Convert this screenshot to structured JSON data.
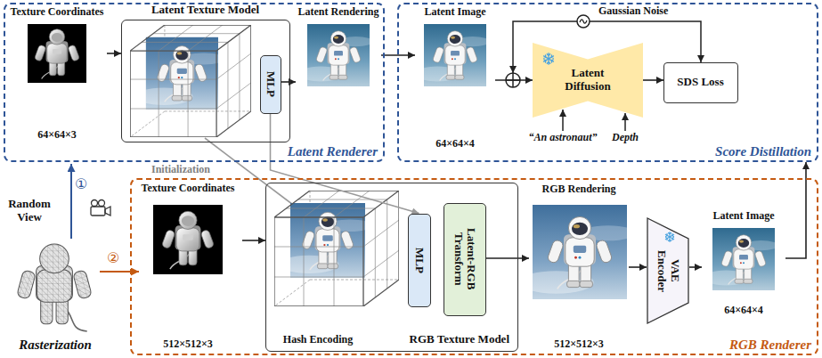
{
  "diagram": {
    "nodes": [
      {
        "text": [
          "Latent Renderer"
        ]
      },
      {
        "text": [
          "Texture Coordinates",
          "64×64×3"
        ],
        "in": 0
      },
      {
        "text": [
          "Latent Texture Model"
        ],
        "in": 0
      },
      {
        "text": [
          "MLP"
        ],
        "in": 2
      },
      {
        "text": [
          "Latent Rendering"
        ],
        "in": 0
      },
      {
        "text": [
          "Score Distillation"
        ]
      },
      {
        "text": [
          "Latent Image",
          "64×64×4"
        ],
        "in": 5
      },
      {
        "text": [
          "Latent Diffusion"
        ],
        "in": 5
      },
      {
        "text": [
          "SDS Loss"
        ],
        "in": 5
      },
      {
        "text": [
          "RGB Renderer"
        ]
      },
      {
        "text": [
          "Texture Coordinates",
          "512×512×3"
        ],
        "in": 9
      },
      {
        "text": [
          "Hash Encoding",
          "RGB Texture Model"
        ],
        "in": 9
      },
      {
        "text": [
          "MLP"
        ],
        "in": 11
      },
      {
        "text": [
          "Latent-RGB Transform"
        ],
        "in": 11
      },
      {
        "text": [
          "RGB Rendering",
          "512×512×3"
        ],
        "in": 9
      },
      {
        "text": [
          "VAE Encoder"
        ],
        "in": 9
      },
      {
        "text": [
          "Latent Image",
          "64×64×4"
        ],
        "in": 9
      }
    ],
    "edges": [
      {
        "from": 1,
        "to": 2,
        "arrow": "to"
      },
      {
        "from": 3,
        "to": 4,
        "arrow": "to"
      },
      {
        "from": 4,
        "to": 6,
        "arrow": "to"
      },
      {
        "from": 6,
        "to": 7,
        "arrow": "to"
      },
      {
        "from": 7,
        "to": 8,
        "arrow": "to"
      },
      {
        "from": 10,
        "to": 11,
        "arrow": "to"
      },
      {
        "from": 13,
        "to": 14,
        "arrow": "to"
      },
      {
        "from": 14,
        "to": 15,
        "arrow": "to"
      },
      {
        "from": 15,
        "to": 16,
        "arrow": "to"
      },
      {
        "from": 16,
        "to": 5,
        "arrow": "to"
      },
      {
        "from": 3,
        "to": 12,
        "arrow": "to"
      }
    ],
    "labels": [
      "Gaussian Noise",
      "“An astronaut”",
      "Depth",
      "Initialization",
      "Random View",
      "①",
      "②",
      "Rasterization"
    ]
  }
}
